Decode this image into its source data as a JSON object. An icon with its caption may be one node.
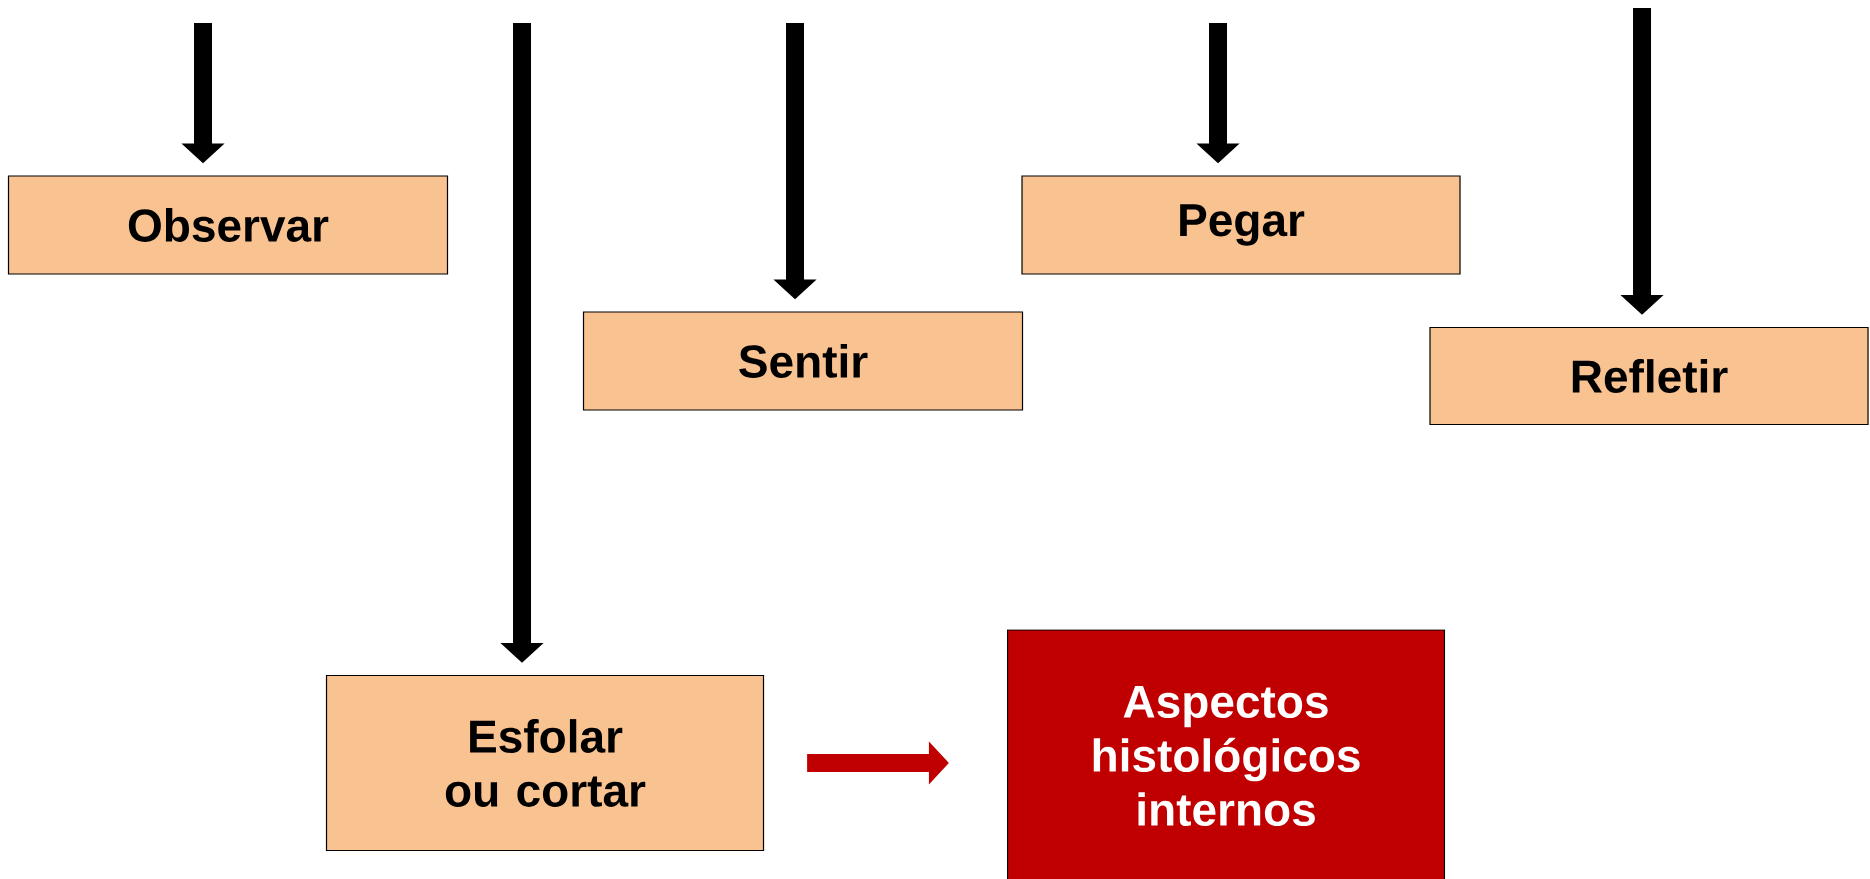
{
  "diagram": {
    "nodes": [
      {
        "text": [
          "Observar"
        ]
      },
      {
        "text": [
          "Pegar"
        ]
      },
      {
        "text": [
          "Sentir"
        ]
      },
      {
        "text": [
          "Refletir"
        ]
      },
      {
        "text": [
          "Esfolar ou cortar"
        ]
      },
      {
        "text": [
          "Aspectos histológicos internos"
        ]
      }
    ],
    "edges": [
      {
        "from": null,
        "to": 0,
        "arrow": "to"
      },
      {
        "from": null,
        "to": 4,
        "arrow": "to"
      },
      {
        "from": null,
        "to": 2,
        "arrow": "to"
      },
      {
        "from": null,
        "to": 1,
        "arrow": "to"
      },
      {
        "from": null,
        "to": 3,
        "arrow": "to"
      },
      {
        "from": 4,
        "to": 5,
        "arrow": "to",
        "color": "#c00000"
      }
    ]
  }
}
